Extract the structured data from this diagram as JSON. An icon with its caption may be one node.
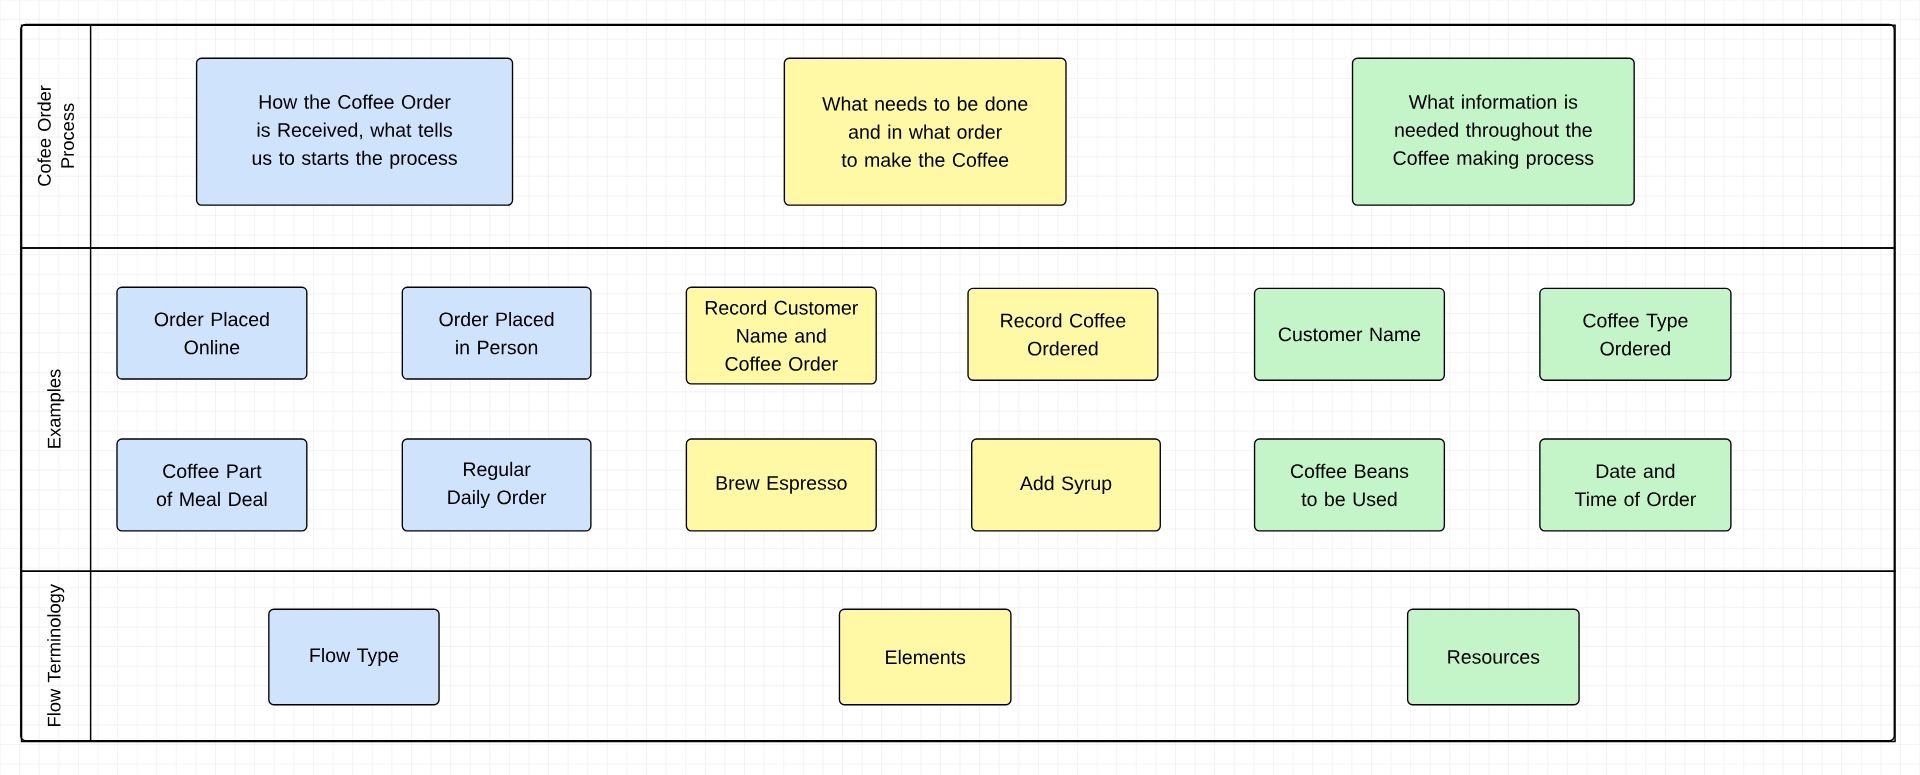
{
  "diagram": {
    "nodes": [
      {
        "text": [
          "Cofee Order Process"
        ]
      },
      {
        "text": [
          "How the Coffee Order is Received, what tells us to starts the process"
        ],
        "in": 0
      },
      {
        "text": [
          "What needs to be done and in what order to make the Coffee"
        ],
        "in": 0
      },
      {
        "text": [
          "What information is needed throughout the Coffee making process"
        ],
        "in": 0
      },
      {
        "text": [
          "Examples"
        ]
      },
      {
        "text": [
          "Order Placed Online"
        ],
        "in": 4
      },
      {
        "text": [
          "Order Placed in Person"
        ],
        "in": 4
      },
      {
        "text": [
          "Record Customer Name and Coffee Order"
        ],
        "in": 4
      },
      {
        "text": [
          "Record Coffee Ordered"
        ],
        "in": 4
      },
      {
        "text": [
          "Customer Name"
        ],
        "in": 4
      },
      {
        "text": [
          "Coffee Type Ordered"
        ],
        "in": 4
      },
      {
        "text": [
          "Coffee Part of Meal Deal"
        ],
        "in": 4
      },
      {
        "text": [
          "Regular Daily Order"
        ],
        "in": 4
      },
      {
        "text": [
          "Brew Espresso"
        ],
        "in": 4
      },
      {
        "text": [
          "Add Syrup"
        ],
        "in": 4
      },
      {
        "text": [
          "Coffee Beans to be Used"
        ],
        "in": 4
      },
      {
        "text": [
          "Date and Time of Order"
        ],
        "in": 4
      },
      {
        "text": [
          "Flow Terminology"
        ]
      },
      {
        "text": [
          "Flow Type"
        ],
        "in": 17
      },
      {
        "text": [
          "Elements"
        ],
        "in": 17
      },
      {
        "text": [
          "Resources"
        ],
        "in": 17
      }
    ]
  }
}
